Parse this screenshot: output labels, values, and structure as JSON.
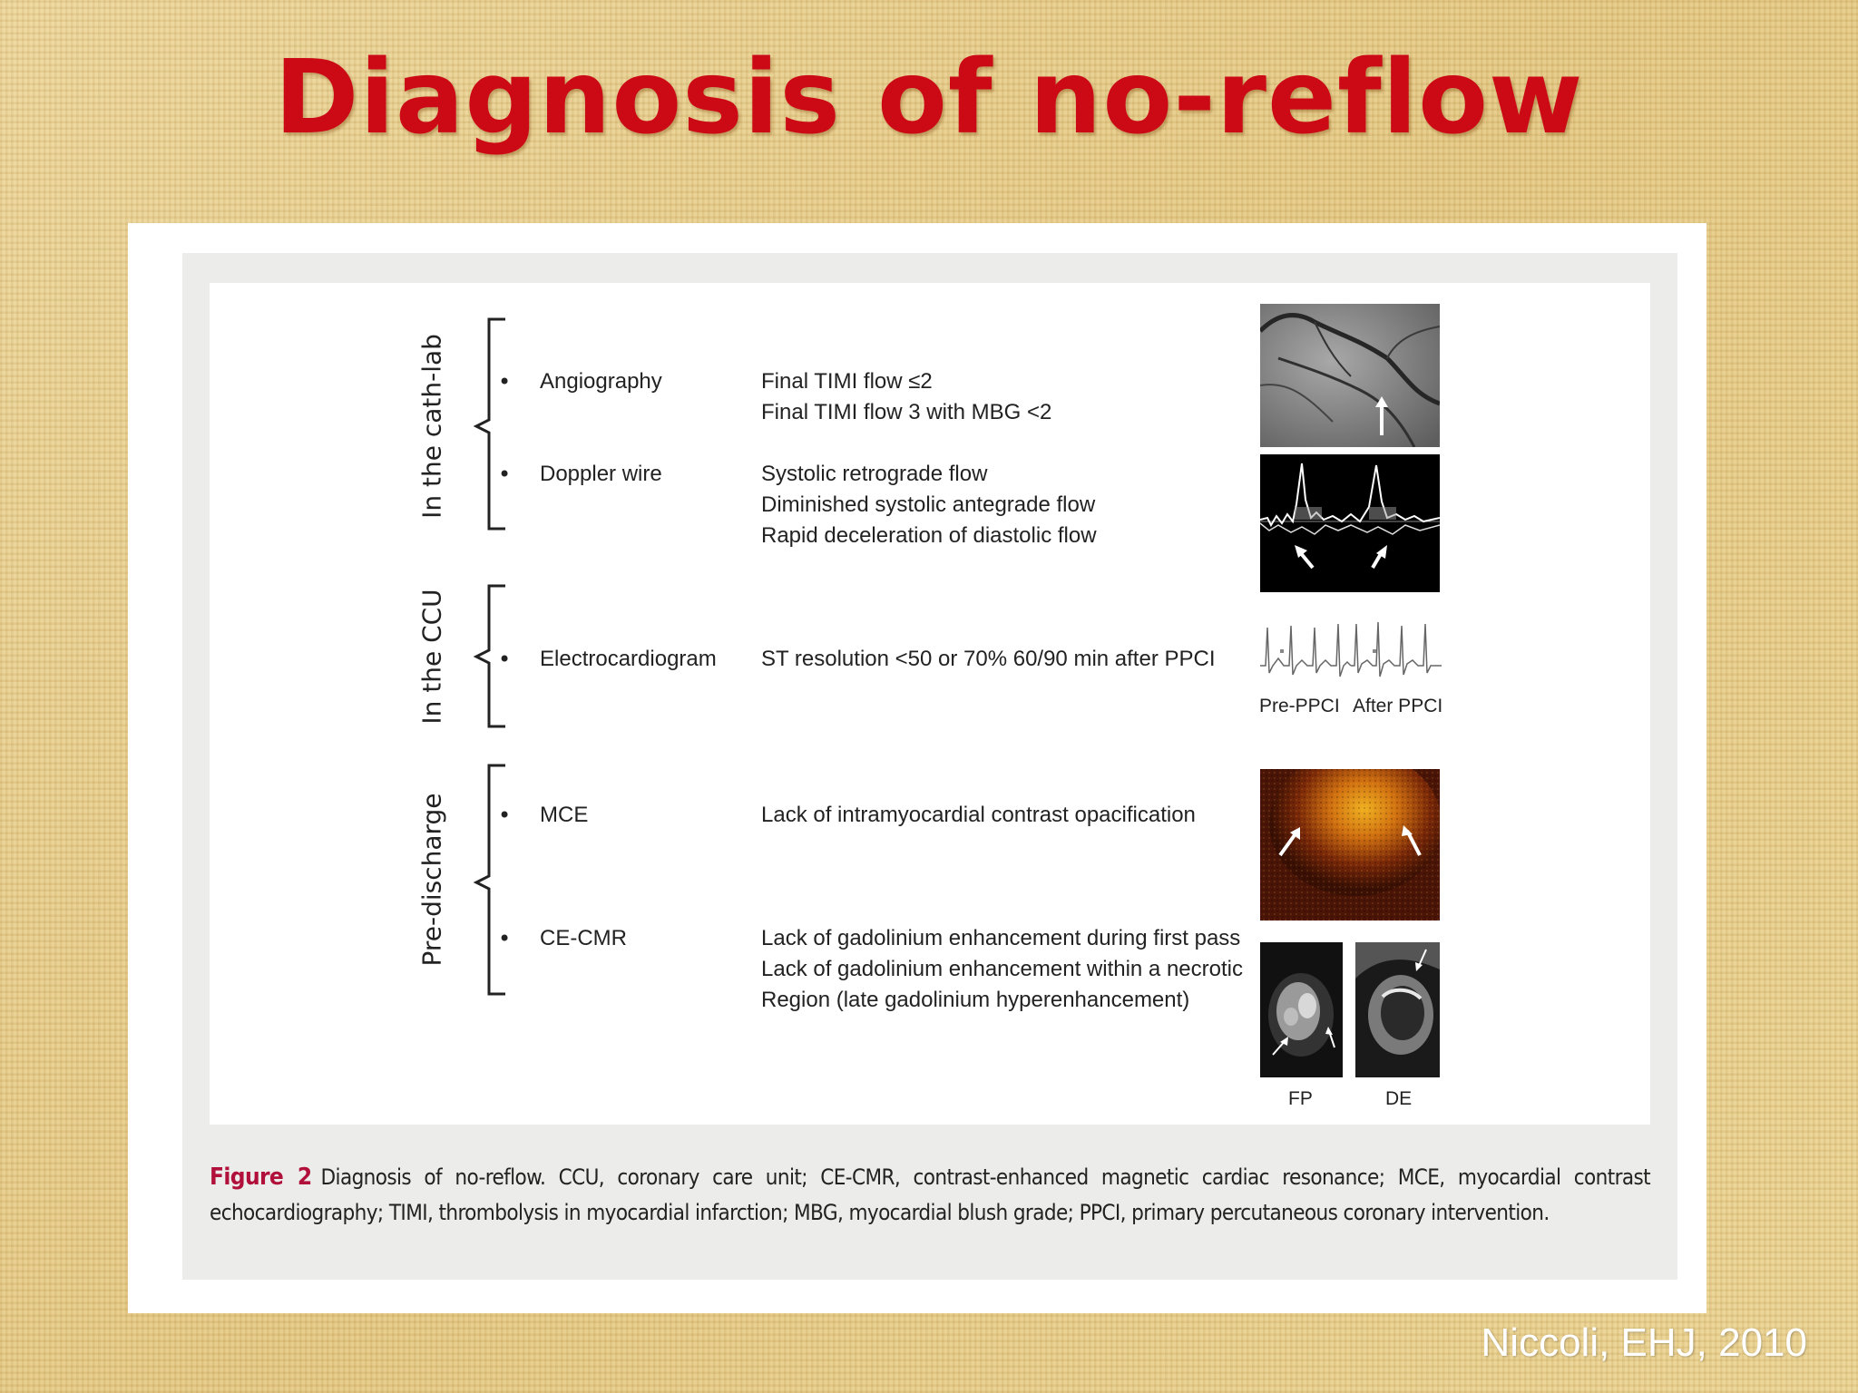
{
  "slide": {
    "title": "Diagnosis of no-reflow",
    "citation": "Niccoli, EHJ, 2010"
  },
  "groups": [
    {
      "label": "In the cath-lab",
      "methods": [
        {
          "name": "Angiography",
          "criteria": [
            "Final TIMI flow ≤2",
            "Final TIMI flow 3 with MBG <2"
          ]
        },
        {
          "name": "Doppler wire",
          "criteria": [
            "Systolic retrograde flow",
            "Diminished systolic antegrade flow",
            "Rapid deceleration of diastolic flow"
          ]
        }
      ]
    },
    {
      "label": "In the CCU",
      "methods": [
        {
          "name": "Electrocardiogram",
          "criteria": [
            "ST resolution <50 or 70% 60/90 min after PPCI"
          ]
        }
      ]
    },
    {
      "label": "Pre-discharge",
      "methods": [
        {
          "name": "MCE",
          "criteria": [
            "Lack of intramyocardial contrast opacification"
          ]
        },
        {
          "name": "CE-CMR",
          "criteria": [
            "Lack of gadolinium enhancement during first pass",
            "Lack of gadolinium enhancement within a necrotic",
            "Region (late gadolinium hyperenhancement)"
          ]
        }
      ]
    }
  ],
  "image_labels": {
    "ecg_pre": "Pre-PPCI",
    "ecg_after": "After PPCI",
    "cmr_fp": "FP",
    "cmr_de": "DE"
  },
  "caption": {
    "label": "Figure 2",
    "text": "Diagnosis of no-reflow. CCU, coronary care unit; CE-CMR, contrast-enhanced magnetic cardiac resonance; MCE, myocardial contrast echocardiography; TIMI, thrombolysis in myocardial infarction; MBG, myocardial blush grade; PPCI, primary percutaneous coronary intervention."
  },
  "colors": {
    "title": "#cc0a16",
    "caption_label": "#b0103a",
    "background": "#e8cf8e"
  }
}
